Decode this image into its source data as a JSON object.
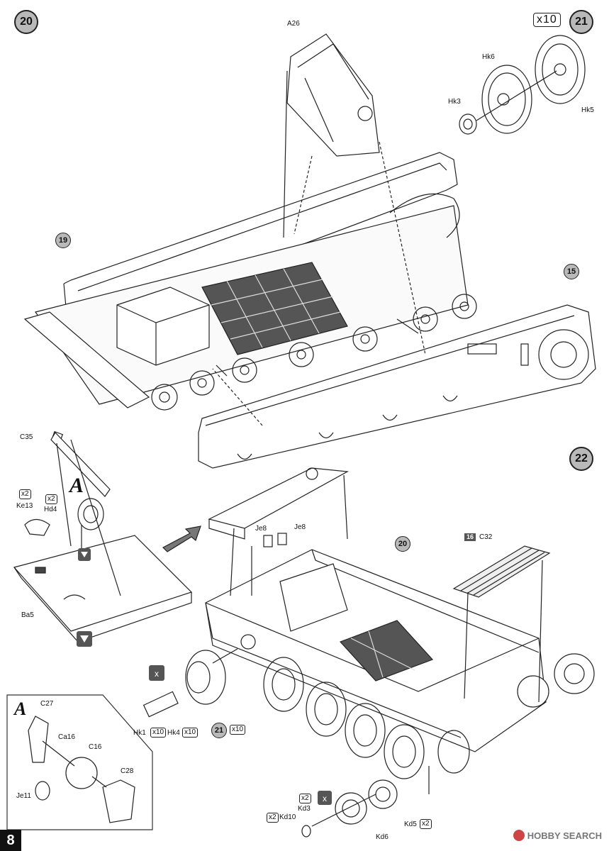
{
  "page": {
    "number": "8"
  },
  "steps": {
    "s20": "20",
    "s21": "21",
    "s22": "22"
  },
  "refs": {
    "r19": "19",
    "r15": "15",
    "r20": "20",
    "r21": "21"
  },
  "quantities": {
    "x10_big": "x10",
    "ke13_qty": "x2",
    "hd4_qty": "x2",
    "hk1_qty": "x10",
    "hk4_qty": "x10",
    "ref21_qty": "x10",
    "kd3_qty": "x2",
    "kd10_qty": "x2",
    "kd5_qty": "x2"
  },
  "parts": {
    "a26": "A26",
    "hk6": "Hk6",
    "hk3": "Hk3",
    "hk5": "Hk5",
    "c35": "C35",
    "ke13": "Ke13",
    "hd4": "Hd4",
    "ba5": "Ba5",
    "je8_left": "Je8",
    "je8_right": "Je8",
    "c32": "C32",
    "hk1": "Hk1",
    "hk4": "Hk4",
    "c27": "C27",
    "ca16": "Ca16",
    "c16": "C16",
    "c28": "C28",
    "je11": "Je11",
    "kd10": "Kd10",
    "kd3": "Kd3",
    "kd6": "Kd6",
    "kd5": "Kd5"
  },
  "paint_code": "16",
  "callouts": {
    "a_main": "A",
    "a_detail": "A"
  },
  "icons": [
    "glue-icon",
    "no-glue-icon",
    "arrow-icon"
  ],
  "watermark": "HOBBY SEARCH"
}
